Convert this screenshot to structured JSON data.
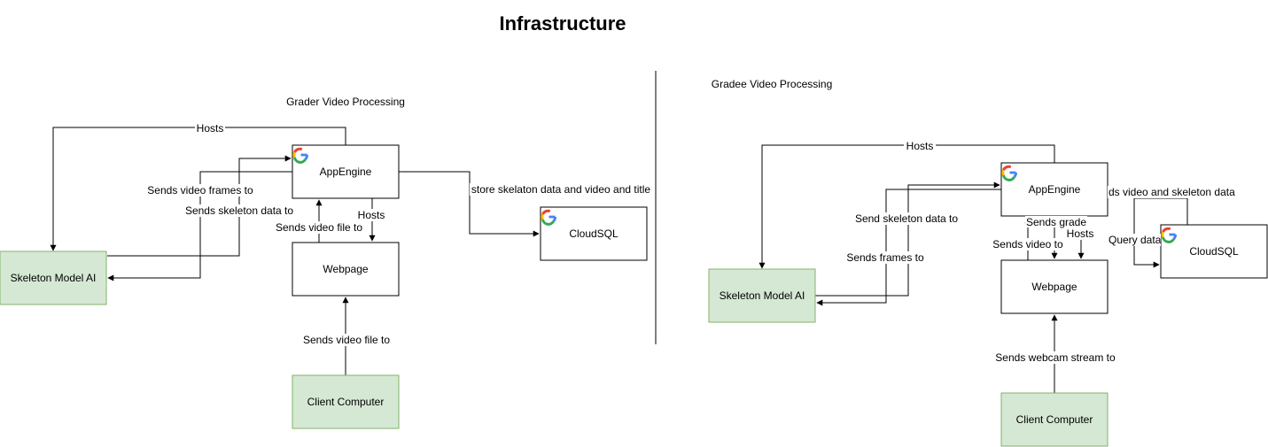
{
  "title": "Infrastructure",
  "left": {
    "section_label": "Grader Video Processing",
    "nodes": {
      "appengine": "AppEngine",
      "webpage": "Webpage",
      "cloudsql": "CloudSQL",
      "skeleton": "Skeleton Model AI",
      "client": "Client Computer"
    },
    "edges": {
      "hosts_top": "Hosts",
      "sends_video_frames": "Sends video frames to",
      "sends_skeleton_data": "Sends skeleton data to",
      "hosts_webpage": "Hosts",
      "sends_video_file_up": "Sends video file to",
      "store_data": "store skelaton data and video and title",
      "client_sends_video": "Sends video file to"
    }
  },
  "right": {
    "section_label": "Gradee Video Processing",
    "nodes": {
      "appengine": "AppEngine",
      "webpage": "Webpage",
      "cloudsql": "CloudSQL",
      "skeleton": "Skeleton Model AI",
      "client": "Client Computer"
    },
    "edges": {
      "hosts_top": "Hosts",
      "send_skeleton_data": "Send skeleton data to",
      "send_frames": "Sends frames to",
      "sends_grade": "Sends grade",
      "sends_video": "Sends video to",
      "hosts_webpage": "Hosts",
      "sends_video_skeleton": "ds video and skeleton data",
      "query_data": "Query data",
      "webcam_stream": "Sends webcam stream to"
    }
  },
  "colors": {
    "green_fill": "#d5e8d4",
    "green_stroke": "#82b366",
    "stroke": "#000000",
    "google_blue": "#4285F4",
    "google_red": "#EA4335",
    "google_yellow": "#FBBC05",
    "google_green": "#34A853"
  },
  "icons": [
    "google-cloud-icon"
  ]
}
